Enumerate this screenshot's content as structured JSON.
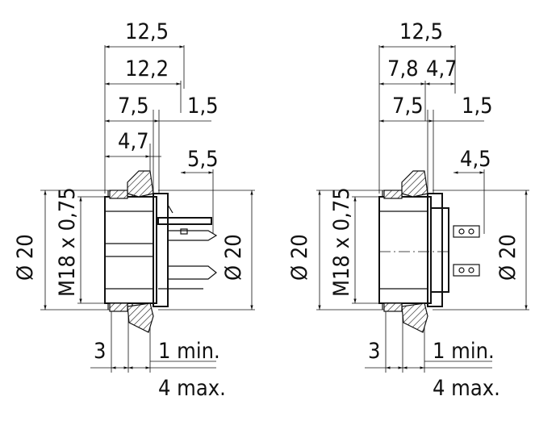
{
  "views": [
    {
      "name": "left",
      "dims": {
        "top_total": "12,5",
        "second": "12,2",
        "third": "7,5",
        "fourth": "4,7",
        "flange": "1,5",
        "pin_len": "5,5",
        "outer_dia": "Ø 20",
        "thread": "M18 x 0,75",
        "inner_dia": "Ø 20",
        "panel_a": "3",
        "panel_min": "1 min.",
        "panel_max": "4 max."
      }
    },
    {
      "name": "right",
      "dims": {
        "top_total": "12,5",
        "seg_a": "7,8",
        "seg_b": "4,7",
        "third": "7,5",
        "flange": "1,5",
        "pin_len": "4,5",
        "outer_dia": "Ø 20",
        "thread": "M18 x 0,75",
        "inner_dia": "Ø 20",
        "panel_a": "3",
        "panel_min": "1 min.",
        "panel_max": "4 max."
      }
    }
  ]
}
